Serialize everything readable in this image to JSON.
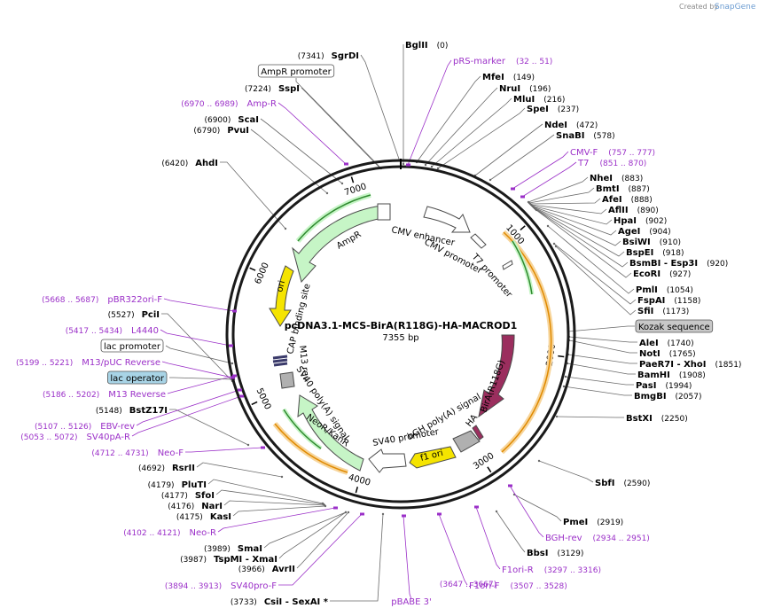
{
  "credit": {
    "prefix": "Created by",
    "brand": "SnapGene"
  },
  "plasmid": {
    "name": "pcDNA3.1-MCS-BirA(R118G)-HA-MACROD1",
    "length": "7355 bp",
    "total_bp": 7355
  },
  "ticks": [
    1000,
    2000,
    3000,
    4000,
    5000,
    6000,
    7000
  ],
  "enzymes": [
    {
      "name": "BglII",
      "pos": "(0)",
      "side": "R",
      "pts": [
        [
          455,
          50
        ],
        [
          455,
          62
        ],
        [
          455,
          185
        ]
      ]
    },
    {
      "name": "MfeI",
      "pos": "(149)",
      "side": "R",
      "pts": [
        [
          542,
          86
        ],
        [
          536,
          92
        ],
        [
          470,
          183
        ]
      ]
    },
    {
      "name": "NruI",
      "pos": "(196)",
      "side": "R",
      "pts": [
        [
          561,
          99
        ],
        [
          555,
          105
        ],
        [
          480,
          186
        ]
      ]
    },
    {
      "name": "MluI",
      "pos": "(216)",
      "side": "R",
      "pts": [
        [
          577,
          111
        ],
        [
          571,
          117
        ],
        [
          487,
          188
        ]
      ]
    },
    {
      "name": "SpeI",
      "pos": "(237)",
      "side": "R",
      "pts": [
        [
          592,
          122
        ],
        [
          586,
          128
        ],
        [
          494,
          190
        ]
      ]
    },
    {
      "name": "NdeI",
      "pos": "(472)",
      "side": "R",
      "pts": [
        [
          612,
          140
        ],
        [
          604,
          146
        ],
        [
          536,
          198
        ]
      ]
    },
    {
      "name": "SnaBI",
      "pos": "(578)",
      "side": "R",
      "pts": [
        [
          625,
          152
        ],
        [
          617,
          158
        ],
        [
          553,
          203
        ]
      ]
    },
    {
      "name": "NheI",
      "pos": "(883)",
      "side": "R",
      "pts": [
        [
          663,
          200
        ],
        [
          657,
          205
        ],
        [
          596,
          228
        ]
      ]
    },
    {
      "name": "BmtI",
      "pos": "(887)",
      "side": "R",
      "pts": [
        [
          670,
          212
        ],
        [
          664,
          217
        ],
        [
          597,
          229
        ]
      ]
    },
    {
      "name": "AfeI",
      "pos": "(888)",
      "side": "R",
      "pts": [
        [
          677,
          224
        ],
        [
          671,
          229
        ],
        [
          598,
          230
        ]
      ]
    },
    {
      "name": "AflII",
      "pos": "(890)",
      "side": "R",
      "pts": [
        [
          684,
          236
        ],
        [
          678,
          241
        ],
        [
          599,
          231
        ]
      ]
    },
    {
      "name": "HpaI",
      "pos": "(902)",
      "side": "R",
      "pts": [
        [
          690,
          248
        ],
        [
          684,
          253
        ],
        [
          600,
          232
        ]
      ]
    },
    {
      "name": "AgeI",
      "pos": "(904)",
      "side": "R",
      "pts": [
        [
          695,
          260
        ],
        [
          689,
          265
        ],
        [
          601,
          233
        ]
      ]
    },
    {
      "name": "BsiWI",
      "pos": "(910)",
      "side": "R",
      "pts": [
        [
          700,
          272
        ],
        [
          694,
          277
        ],
        [
          602,
          234
        ]
      ]
    },
    {
      "name": "BspEI",
      "pos": "(918)",
      "side": "R",
      "pts": [
        [
          704,
          284
        ],
        [
          698,
          289
        ],
        [
          603,
          235
        ]
      ]
    },
    {
      "name": "BsmBI - Esp3I",
      "pos": "(920)",
      "side": "R",
      "pts": [
        [
          708,
          296
        ],
        [
          702,
          301
        ],
        [
          604,
          236
        ]
      ]
    },
    {
      "name": "EcoRI",
      "pos": "(927)",
      "side": "R",
      "pts": [
        [
          712,
          308
        ],
        [
          706,
          313
        ],
        [
          605,
          237
        ]
      ]
    },
    {
      "name": "PmlI",
      "pos": "(1054)",
      "side": "R",
      "pts": [
        [
          715,
          326
        ],
        [
          709,
          331
        ],
        [
          618,
          255
        ]
      ]
    },
    {
      "name": "FspAI",
      "pos": "(1158)",
      "side": "R",
      "pts": [
        [
          717,
          338
        ],
        [
          711,
          343
        ],
        [
          625,
          275
        ]
      ]
    },
    {
      "name": "SfiI",
      "pos": "(1173)",
      "side": "R",
      "pts": [
        [
          717,
          350
        ],
        [
          711,
          355
        ],
        [
          627,
          278
        ]
      ]
    },
    {
      "name": "AleI",
      "pos": "(1740)",
      "side": "R",
      "pts": [
        [
          719,
          386
        ],
        [
          710,
          386
        ],
        [
          642,
          380
        ]
      ]
    },
    {
      "name": "NotI",
      "pos": "(1765)",
      "side": "R",
      "pts": [
        [
          719,
          398
        ],
        [
          710,
          398
        ],
        [
          642,
          384
        ]
      ]
    },
    {
      "name": "PaeR7I - XhoI",
      "pos": "(1851)",
      "side": "R",
      "pts": [
        [
          719,
          410
        ],
        [
          710,
          410
        ],
        [
          641,
          400
        ]
      ]
    },
    {
      "name": "BamHI",
      "pos": "(1908)",
      "side": "R",
      "pts": [
        [
          717,
          422
        ],
        [
          708,
          422
        ],
        [
          640,
          410
        ]
      ]
    },
    {
      "name": "PasI",
      "pos": "(1994)",
      "side": "R",
      "pts": [
        [
          715,
          434
        ],
        [
          706,
          434
        ],
        [
          638,
          425
        ]
      ]
    },
    {
      "name": "BmgBI",
      "pos": "(2057)",
      "side": "R",
      "pts": [
        [
          713,
          446
        ],
        [
          704,
          446
        ],
        [
          636,
          436
        ]
      ]
    },
    {
      "name": "BstXI",
      "pos": "(2250)",
      "side": "R",
      "pts": [
        [
          704,
          471
        ],
        [
          695,
          471
        ],
        [
          628,
          470
        ]
      ]
    },
    {
      "name": "SbfI",
      "pos": "(2590)",
      "side": "R",
      "pts": [
        [
          669,
          544
        ],
        [
          662,
          540
        ],
        [
          608,
          520
        ]
      ]
    },
    {
      "name": "PmeI",
      "pos": "(2919)",
      "side": "R",
      "pts": [
        [
          633,
          588
        ],
        [
          628,
          583
        ],
        [
          580,
          558
        ]
      ]
    },
    {
      "name": "BbsI",
      "pos": "(3129)",
      "side": "R",
      "pts": [
        [
          592,
          623
        ],
        [
          588,
          618
        ],
        [
          560,
          577
        ]
      ]
    },
    {
      "name": "CsiI - SexAI *",
      "pos": "(3733)",
      "side": "L",
      "pts": [
        [
          372,
          678
        ],
        [
          426,
          678
        ],
        [
          432,
          580
        ]
      ]
    },
    {
      "name": "AvrII",
      "pos": "(3966)",
      "side": "L",
      "pts": [
        [
          335,
          641
        ],
        [
          340,
          636
        ],
        [
          393,
          578
        ]
      ]
    },
    {
      "name": "TspMI - XmaI",
      "pos": "(3987)",
      "side": "L",
      "pts": [
        [
          315,
          630
        ],
        [
          320,
          625
        ],
        [
          390,
          578
        ]
      ]
    },
    {
      "name": "SmaI",
      "pos": "(3989)",
      "side": "L",
      "pts": [
        [
          298,
          618
        ],
        [
          304,
          613
        ],
        [
          390,
          578
        ]
      ]
    },
    {
      "name": "KasI",
      "pos": "(4175)",
      "side": "L",
      "pts": [
        [
          263,
          582
        ],
        [
          269,
          577
        ],
        [
          367,
          571
        ]
      ]
    },
    {
      "name": "NarI",
      "pos": "(4176)",
      "side": "L",
      "pts": [
        [
          253,
          570
        ],
        [
          259,
          565
        ],
        [
          366,
          570
        ]
      ]
    },
    {
      "name": "SfoI",
      "pos": "(4177)",
      "side": "L",
      "pts": [
        [
          244,
          558
        ],
        [
          250,
          553
        ],
        [
          365,
          569
        ]
      ]
    },
    {
      "name": "PluTI",
      "pos": "(4179)",
      "side": "L",
      "pts": [
        [
          235,
          546
        ],
        [
          241,
          541
        ],
        [
          364,
          568
        ]
      ]
    },
    {
      "name": "RsrII",
      "pos": "(4692)",
      "side": "L",
      "pts": [
        [
          222,
          527
        ],
        [
          229,
          522
        ],
        [
          318,
          538
        ]
      ]
    },
    {
      "name": "BstZ17I",
      "pos": "(5148)",
      "side": "L",
      "pts": [
        [
          191,
          462
        ],
        [
          198,
          462
        ],
        [
          280,
          502
        ]
      ]
    },
    {
      "name": "PciI",
      "pos": "(5527)",
      "side": "L",
      "pts": [
        [
          182,
          354
        ],
        [
          189,
          354
        ],
        [
          262,
          430
        ]
      ]
    },
    {
      "name": "AhdI",
      "pos": "(6420)",
      "side": "L",
      "pts": [
        [
          248,
          183
        ],
        [
          256,
          183
        ],
        [
          322,
          258
        ]
      ]
    },
    {
      "name": "PvuI",
      "pos": "(6790)",
      "side": "L",
      "pts": [
        [
          283,
          146
        ],
        [
          291,
          152
        ],
        [
          369,
          218
        ]
      ]
    },
    {
      "name": "ScaI",
      "pos": "(6900)",
      "side": "L",
      "pts": [
        [
          294,
          134
        ],
        [
          302,
          140
        ],
        [
          386,
          207
        ]
      ]
    },
    {
      "name": "SspI",
      "pos": "(7224)",
      "side": "L",
      "pts": [
        [
          340,
          99
        ],
        [
          346,
          105
        ],
        [
          429,
          190
        ]
      ]
    },
    {
      "name": "SgrDI",
      "pos": "(7341)",
      "side": "L",
      "pts": [
        [
          407,
          62
        ],
        [
          412,
          70
        ],
        [
          452,
          185
        ]
      ]
    }
  ],
  "primers": [
    {
      "name": "pRS-marker",
      "range": "(32 .. 51)",
      "side": "R",
      "pts": [
        [
          509,
          68
        ],
        [
          505,
          74
        ],
        [
          460,
          186
        ]
      ]
    },
    {
      "name": "CMV-F",
      "range": "(757 .. 777)",
      "side": "R",
      "pts": [
        [
          641,
          171
        ],
        [
          635,
          177
        ],
        [
          578,
          213
        ]
      ]
    },
    {
      "name": "T7",
      "range": "(851 .. 870)",
      "side": "R",
      "pts": [
        [
          650,
          183
        ],
        [
          642,
          189
        ],
        [
          589,
          222
        ]
      ]
    },
    {
      "name": "BGH-rev",
      "range": "(2934 .. 2951)",
      "side": "R",
      "pts": [
        [
          613,
          606
        ],
        [
          608,
          601
        ],
        [
          575,
          548
        ]
      ]
    },
    {
      "name": "F1ori-R",
      "range": "(3297 .. 3316)",
      "side": "R",
      "pts": [
        [
          564,
          642
        ],
        [
          560,
          637
        ],
        [
          537,
          572
        ]
      ]
    },
    {
      "name": "F1ori-F",
      "range": "(3507 .. 3528)",
      "side": "R",
      "pts": [
        [
          527,
          660
        ],
        [
          524,
          655
        ],
        [
          495,
          580
        ]
      ]
    },
    {
      "name": "pBABE 3'",
      "range": "(3647 .. 3667)",
      "side": "C",
      "pts": [
        [
          464,
          676
        ],
        [
          462,
          670
        ],
        [
          455,
          582
        ]
      ]
    },
    {
      "name": "SV40pro-F",
      "range": "(3894 .. 3913)",
      "side": "L",
      "pts": [
        [
          314,
          660
        ],
        [
          330,
          660
        ],
        [
          408,
          580
        ]
      ]
    },
    {
      "name": "Neo-R",
      "range": "(4102 .. 4121)",
      "side": "L",
      "pts": [
        [
          246,
          600
        ],
        [
          252,
          596
        ],
        [
          378,
          573
        ]
      ]
    },
    {
      "name": "Neo-F",
      "range": "(4712 .. 4731)",
      "side": "L",
      "pts": [
        [
          209,
          510
        ],
        [
          216,
          510
        ],
        [
          296,
          505
        ]
      ]
    },
    {
      "name": "SV40pA-R",
      "range": "(5053 .. 5072)",
      "side": "L",
      "pts": [
        [
          149,
          492
        ],
        [
          156,
          488
        ],
        [
          272,
          447
        ]
      ]
    },
    {
      "name": "EBV-rev",
      "range": "(5107 .. 5126)",
      "side": "L",
      "pts": [
        [
          154,
          480
        ],
        [
          161,
          476
        ],
        [
          270,
          440
        ]
      ]
    },
    {
      "name": "M13 Reverse",
      "range": "(5186 .. 5202)",
      "side": "L",
      "pts": [
        [
          189,
          444
        ],
        [
          196,
          442
        ],
        [
          264,
          424
        ]
      ]
    },
    {
      "name": "M13/pUC Reverse",
      "range": "(5199 .. 5221)",
      "side": "L",
      "pts": [
        [
          183,
          408
        ],
        [
          190,
          410
        ],
        [
          262,
          426
        ]
      ]
    },
    {
      "name": "L4440",
      "range": "(5417 .. 5434)",
      "side": "L",
      "pts": [
        [
          181,
          372
        ],
        [
          188,
          376
        ],
        [
          260,
          390
        ]
      ]
    },
    {
      "name": "pBR322ori-F",
      "range": "(5668 .. 5687)",
      "side": "L",
      "pts": [
        [
          185,
          337
        ],
        [
          192,
          339
        ],
        [
          264,
          351
        ]
      ]
    },
    {
      "name": "Amp-R",
      "range": "(6970 .. 6989)",
      "side": "L",
      "pts": [
        [
          314,
          116
        ],
        [
          322,
          122
        ],
        [
          390,
          185
        ]
      ]
    }
  ],
  "boxed_labels": [
    {
      "name": "AmpR promoter",
      "style": "white",
      "pts": [
        [
          334,
          88
        ],
        [
          334,
          92
        ],
        [
          430,
          190
        ]
      ]
    },
    {
      "name": "Kozak sequence",
      "style": "gray",
      "pts": [
        [
          716,
          368
        ],
        [
          708,
          368
        ],
        [
          641,
          374
        ]
      ]
    },
    {
      "name": "lac promoter",
      "style": "white",
      "pts": [
        [
          187,
          390
        ],
        [
          192,
          393
        ],
        [
          262,
          410
        ]
      ]
    },
    {
      "name": "lac operator",
      "style": "blue",
      "pts": [
        [
          191,
          426
        ],
        [
          196,
          426
        ],
        [
          264,
          428
        ]
      ]
    }
  ],
  "features": [
    {
      "name": "CMV enhancer",
      "color": "#ffffff"
    },
    {
      "name": "CMV promoter",
      "color": "#ffffff"
    },
    {
      "name": "T7 promoter",
      "color": "#ffffff"
    },
    {
      "name": "BirA(R118G)",
      "color": "#9b2e5e"
    },
    {
      "name": "HA",
      "color": "#b0b0b0"
    },
    {
      "name": "bGH poly(A) signal",
      "color": "#b0b0b0"
    },
    {
      "name": "f1 ori",
      "color": "#f5e400"
    },
    {
      "name": "SV40 promoter",
      "color": "#ffffff"
    },
    {
      "name": "NeoR/KanR",
      "color": "#c6f5c6"
    },
    {
      "name": "SV40 poly(A) signal",
      "color": "#b0b0b0"
    },
    {
      "name": "M13 rev",
      "color": "#ffffff"
    },
    {
      "name": "CAP binding site",
      "color": "#ffffff"
    },
    {
      "name": "ori",
      "color": "#f5e400"
    },
    {
      "name": "AmpR",
      "color": "#c6f5c6"
    }
  ]
}
